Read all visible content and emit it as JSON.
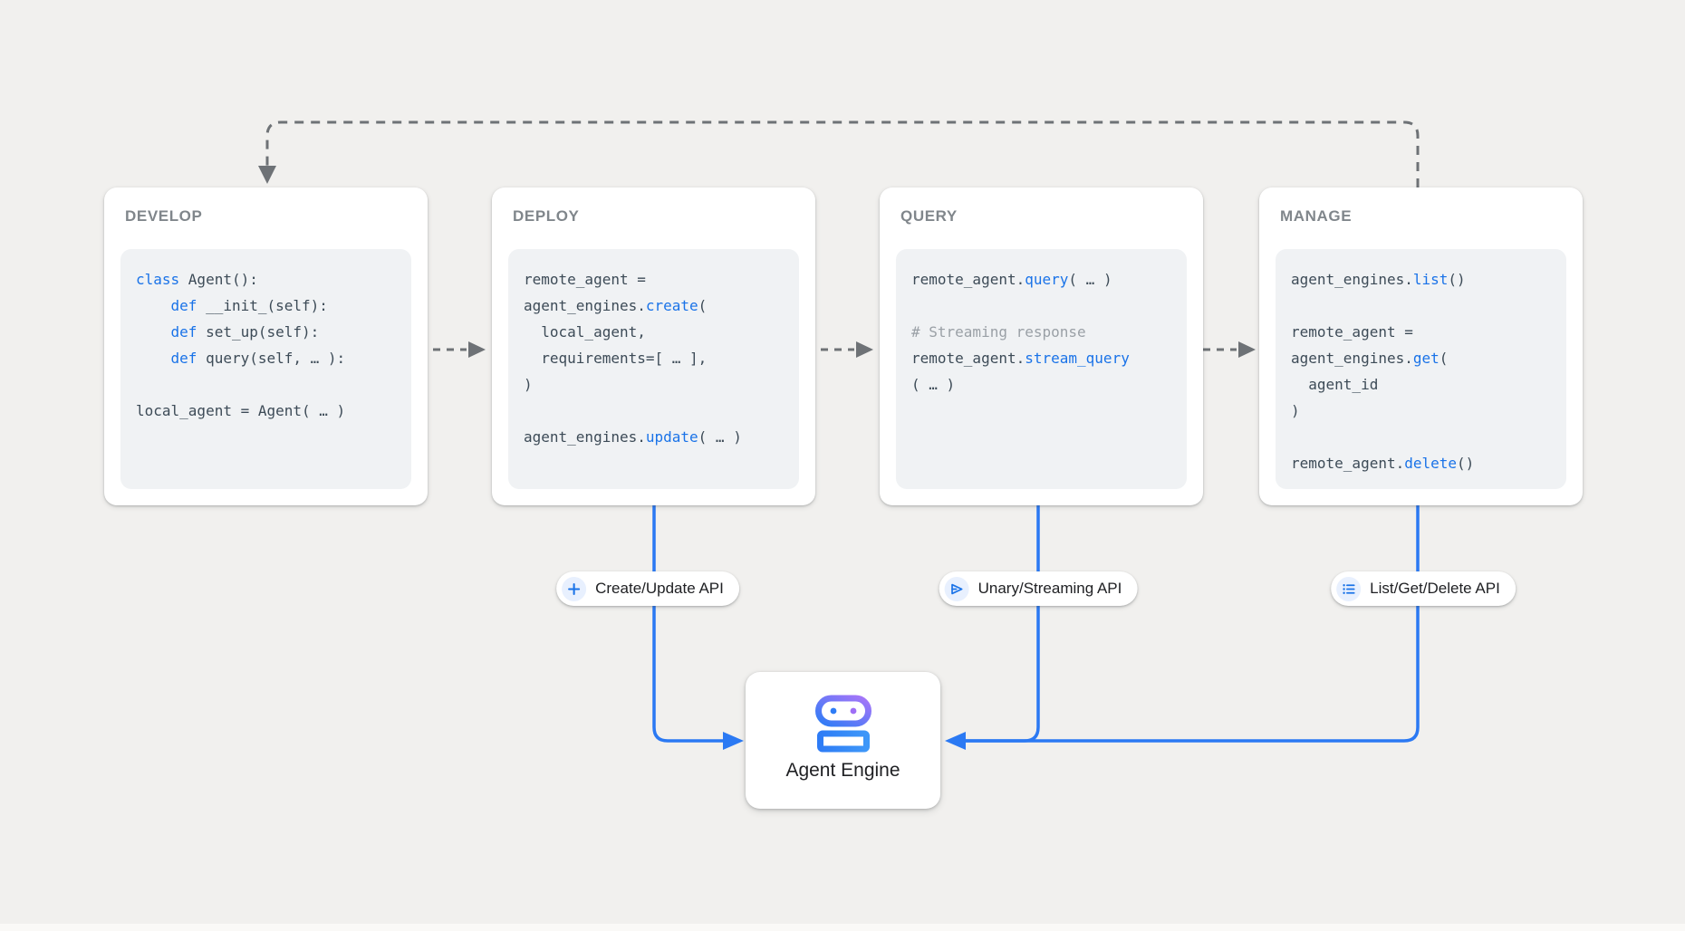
{
  "cards": [
    {
      "title": "DEVELOP",
      "code": [
        [
          {
            "t": "class ",
            "c": "kw"
          },
          {
            "t": "Agent():"
          }
        ],
        [
          {
            "t": "    "
          },
          {
            "t": "def ",
            "c": "kw"
          },
          {
            "t": "__init_(self):"
          }
        ],
        [
          {
            "t": "    "
          },
          {
            "t": "def ",
            "c": "kw"
          },
          {
            "t": "set_up(self):"
          }
        ],
        [
          {
            "t": "    "
          },
          {
            "t": "def ",
            "c": "kw"
          },
          {
            "t": "query(self, … ):"
          }
        ],
        [],
        [
          {
            "t": "local_agent = Agent( … )"
          }
        ]
      ]
    },
    {
      "title": "DEPLOY",
      "code": [
        [
          {
            "t": "remote_agent ="
          }
        ],
        [
          {
            "t": "agent_engines."
          },
          {
            "t": "create",
            "c": "kw"
          },
          {
            "t": "("
          }
        ],
        [
          {
            "t": "  local_agent,"
          }
        ],
        [
          {
            "t": "  requirements=[ … ],"
          }
        ],
        [
          {
            "t": ")"
          }
        ],
        [],
        [
          {
            "t": "agent_engines."
          },
          {
            "t": "update",
            "c": "kw"
          },
          {
            "t": "( … )"
          }
        ]
      ]
    },
    {
      "title": "QUERY",
      "code": [
        [
          {
            "t": "remote_agent."
          },
          {
            "t": "query",
            "c": "kw"
          },
          {
            "t": "( … )"
          }
        ],
        [],
        [
          {
            "t": "# Streaming response",
            "c": "cm"
          }
        ],
        [
          {
            "t": "remote_agent."
          },
          {
            "t": "stream_query",
            "c": "kw"
          }
        ],
        [
          {
            "t": "( … )"
          }
        ]
      ]
    },
    {
      "title": "MANAGE",
      "code": [
        [
          {
            "t": "agent_engines."
          },
          {
            "t": "list",
            "c": "kw"
          },
          {
            "t": "()"
          }
        ],
        [],
        [
          {
            "t": "remote_agent ="
          }
        ],
        [
          {
            "t": "agent_engines."
          },
          {
            "t": "get",
            "c": "kw"
          },
          {
            "t": "("
          }
        ],
        [
          {
            "t": "  agent_id"
          }
        ],
        [
          {
            "t": ")"
          }
        ],
        [],
        [
          {
            "t": "remote_agent."
          },
          {
            "t": "delete",
            "c": "kw"
          },
          {
            "t": "()"
          }
        ]
      ]
    }
  ],
  "pills": [
    {
      "label": "Create/Update API",
      "icon": "plus-icon"
    },
    {
      "label": "Unary/Streaming API",
      "icon": "streaming-icon"
    },
    {
      "label": "List/Get/Delete API",
      "icon": "list-icon"
    }
  ],
  "engine": {
    "label": "Agent Engine",
    "icon": "robot-icon"
  },
  "colors": {
    "background": "#F1F0EE",
    "card": "#FFFFFF",
    "code_bg": "#F0F2F4",
    "code_text": "#3D4B57",
    "keyword_blue": "#1A73E8",
    "comment_gray": "#9AA0A6",
    "title_gray": "#80868B",
    "connector_blue": "#2B79F3",
    "dashed_gray": "#6E7276",
    "pill_icon_bg": "#E8F0FE",
    "robot_blue": "#2E7CF6",
    "robot_purple": "#A875F8"
  }
}
